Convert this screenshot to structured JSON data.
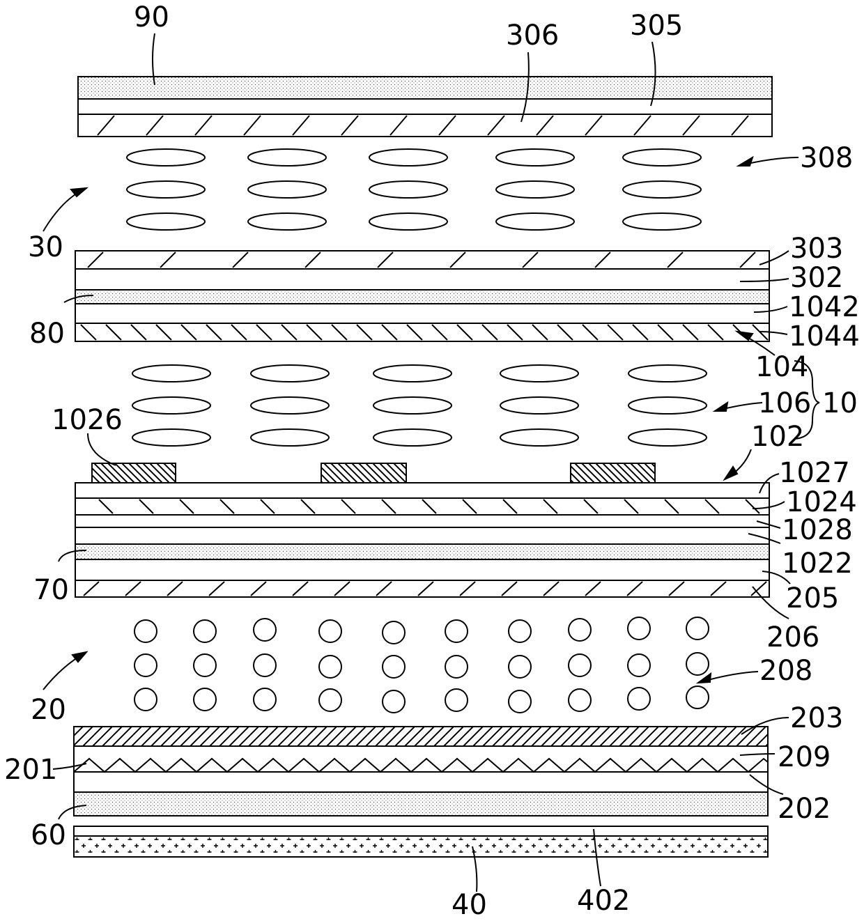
{
  "labels": {
    "l90": "90",
    "l306": "306",
    "l305": "305",
    "l308": "308",
    "l30": "30",
    "l303": "303",
    "l302": "302",
    "l80": "80",
    "l1042": "1042",
    "l1044": "1044",
    "l104": "104",
    "l106": "106",
    "l10": "10",
    "l1026": "1026",
    "l102": "102",
    "l1027": "1027",
    "l1024": "1024",
    "l1028": "1028",
    "l1022": "1022",
    "l70": "70",
    "l205": "205",
    "l206": "206",
    "l208": "208",
    "l20": "20",
    "l203": "203",
    "l209": "209",
    "l201": "201",
    "l202": "202",
    "l60": "60",
    "l40": "40",
    "l402": "402"
  }
}
